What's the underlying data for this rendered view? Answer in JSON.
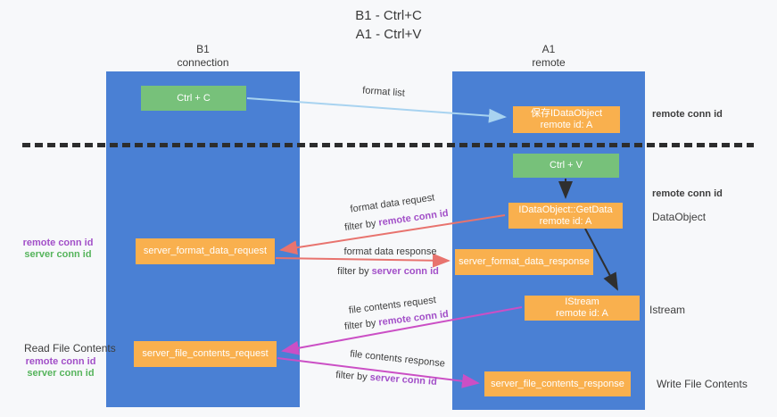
{
  "title": {
    "line1": "B1 - Ctrl+C",
    "line2": "A1 - Ctrl+V"
  },
  "columns": {
    "left": {
      "header_line1": "B1",
      "header_line2": "connection"
    },
    "right": {
      "header_line1": "A1",
      "header_line2": "remote"
    }
  },
  "nodes": {
    "ctrl_c": "Ctrl + C",
    "ctrl_v": "Ctrl + V",
    "save_idataobject": {
      "line1": "保存IDataObject",
      "line2": "remote id: A"
    },
    "getdata": {
      "line1": "IDataObject::GetData",
      "line2": "remote id: A"
    },
    "istream": {
      "line1": "IStream",
      "line2": "remote id: A"
    },
    "format_request": "server_format_data_request",
    "format_response": "server_format_data_response",
    "file_request": "server_file_contents_request",
    "file_response": "server_file_contents_response"
  },
  "arrow_labels": {
    "format_list": "format list",
    "format_data_request": "format data request",
    "format_data_response": "format data response",
    "file_contents_request": "file contents request",
    "file_contents_response": "file contents response",
    "filter_by": "filter by ",
    "remote_conn_id": "remote conn id",
    "server_conn_id": "server conn id"
  },
  "side_labels": {
    "right_remote_conn_id_top": "remote conn id",
    "right_remote_conn_id_mid": "remote conn id",
    "data_object": "DataObject",
    "istream": "Istream",
    "write_file_contents": "Write File Contents",
    "left_remote_conn_id_top": "remote conn id",
    "left_server_conn_id_top": "server conn id",
    "read_file_contents": "Read File Contents",
    "left_remote_conn_id_bottom": "remote conn id",
    "left_server_conn_id_bottom": "server conn id"
  },
  "colors": {
    "lane_blue": "#4a80d4",
    "node_orange": "#f9b04e",
    "node_green": "#77c17a",
    "arrow_light_blue": "#a8d3f0",
    "arrow_black": "#2f2f2f",
    "arrow_red": "#e8736e",
    "arrow_magenta": "#cb4fc5",
    "label_purple": "#a24fc8",
    "label_green": "#56b45c",
    "separator_black": "#2d2d2d"
  }
}
